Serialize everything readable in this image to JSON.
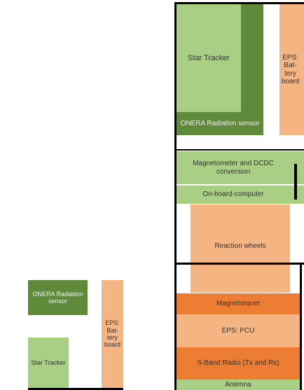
{
  "colors": {
    "light_green": "#a9cf85",
    "dark_green": "#5e8a3a",
    "peach": "#f5b583",
    "orange": "#ed7d32",
    "outline": "#000000"
  },
  "right_stack": {
    "star_tracker": "Star Tracker",
    "onera": "ONERA Radiation sensor",
    "eps_battery": "EPS: Bat- tery board",
    "magnetometer": "Magnetometer and DCDC conversion",
    "obc": "On-board-computer",
    "reaction_wheels": "Reaction wheels",
    "magnetorquer": "Magnetorquer",
    "eps_pcu": "EPS: PCU",
    "sband": "S-Band Radio (Tx and Rx)",
    "antenna": "Antenna"
  },
  "left_stack": {
    "onera": "ONERA Radiation sensor",
    "eps_battery": "EPS: Bat- tery board",
    "star_tracker": "Star Tracker"
  }
}
